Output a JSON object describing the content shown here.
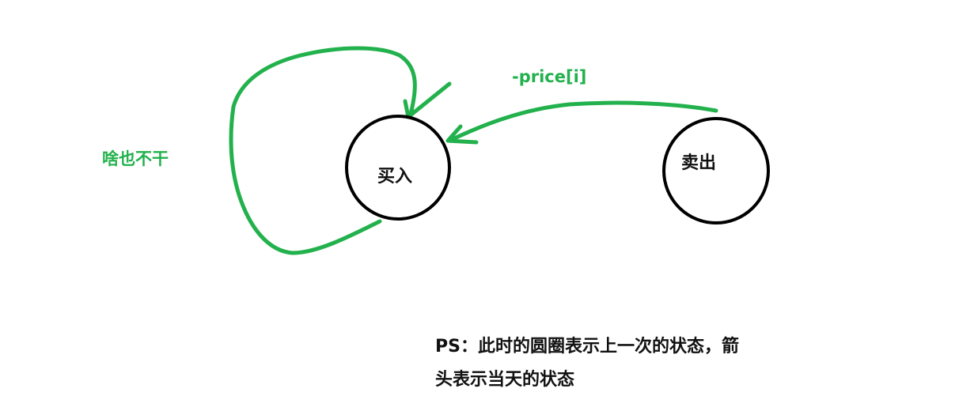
{
  "states": {
    "buy": {
      "label": "买入"
    },
    "sell": {
      "label": "卖出"
    }
  },
  "transitions": {
    "self_loop": {
      "label": "啥也不干"
    },
    "sell_to_buy": {
      "label": "-price[i]"
    }
  },
  "note": {
    "line1": "PS：此时的圆圈表示上一次的状态，箭",
    "line2": "头表示当天的状态"
  },
  "colors": {
    "arrow": "#22b14c",
    "circle": "#000000",
    "text": "#111111"
  }
}
